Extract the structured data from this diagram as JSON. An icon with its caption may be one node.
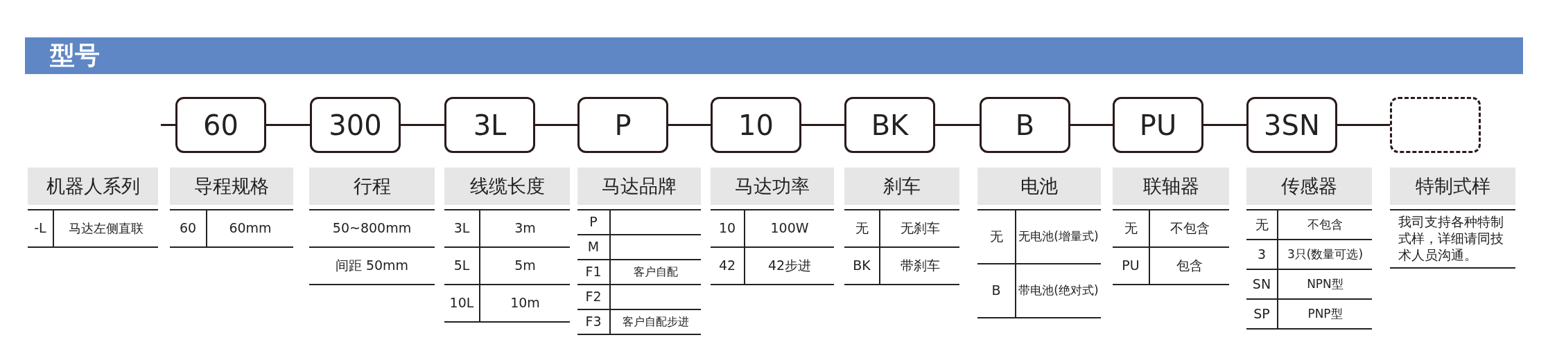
{
  "diagram": {
    "title": "型号",
    "nodes": [
      {
        "text": [
          "60"
        ]
      },
      {
        "text": [
          "300"
        ]
      },
      {
        "text": [
          "3L"
        ]
      },
      {
        "text": [
          "P"
        ]
      },
      {
        "text": [
          "10"
        ]
      },
      {
        "text": [
          "BK"
        ]
      },
      {
        "text": [
          "B"
        ]
      },
      {
        "text": [
          "PU"
        ]
      },
      {
        "text": [
          "3SN"
        ]
      },
      {
        "text": [],
        "shape": "box"
      }
    ],
    "edges": [
      {
        "from": null,
        "to": 0,
        "arrow": "none"
      },
      {
        "from": 0,
        "to": 1,
        "arrow": "none"
      },
      {
        "from": 1,
        "to": 2,
        "arrow": "none"
      },
      {
        "from": 2,
        "to": 3,
        "arrow": "none"
      },
      {
        "from": 3,
        "to": 4,
        "arrow": "none"
      },
      {
        "from": 4,
        "to": 5,
        "arrow": "none"
      },
      {
        "from": 5,
        "to": 6,
        "arrow": "none"
      },
      {
        "from": 6,
        "to": 7,
        "arrow": "none"
      },
      {
        "from": 7,
        "to": 8,
        "arrow": "none"
      },
      {
        "from": 8,
        "to": 9,
        "arrow": "none"
      }
    ],
    "labels": [
      "机器人系列",
      "-L",
      "马达左侧直联",
      "导程规格",
      "60",
      "60mm",
      "行程",
      "50~800mm",
      "间距 50mm",
      "线缆长度",
      "3L",
      "3m",
      "5L",
      "5m",
      "10L",
      "10m",
      "马达品牌",
      "P",
      "M",
      "F1",
      "客户自配",
      "F2",
      "F3",
      "客户自配步进",
      "马达功率",
      "10",
      "100W",
      "42",
      "42步进",
      "刹车",
      "无",
      "无刹车",
      "BK",
      "带刹车",
      "电池",
      "无",
      "无电池(增量式)",
      "B",
      "带电池(绝对式)",
      "联轴器",
      "无",
      "不包含",
      "PU",
      "包含",
      "传感器",
      "无",
      "不包含",
      "3",
      "3只(数量可选)",
      "SN",
      "NPN型",
      "SP",
      "PNP型",
      "特制式样",
      "我司支持各种特制式样，详细请同技术人员沟通。"
    ]
  }
}
